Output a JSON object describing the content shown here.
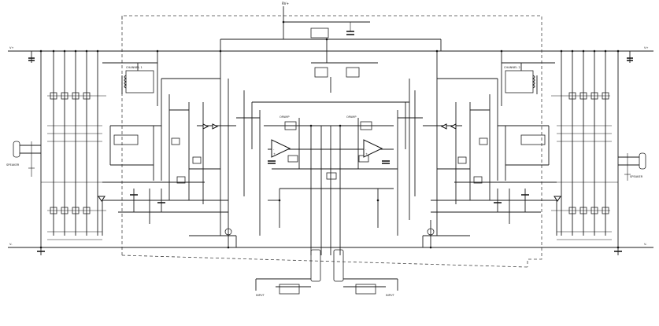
{
  "diagram": {
    "labels": {
      "top_supply": "RV+",
      "left_rail_top": "V+",
      "left_rail_bottom": "V-",
      "right_rail_top": "V+",
      "right_rail_bottom": "V-",
      "in_left": "INPUT",
      "in_right": "INPUT",
      "out_left": "SPEAKER",
      "out_right": "SPEAKER",
      "opamp_left": "OPAMP",
      "opamp_right": "OPAMP",
      "chan_left_a": "CHANNEL 1",
      "chan_right_a": "CHANNEL 2"
    },
    "colors": {
      "ink": "#1a1a1a",
      "paper": "#ffffff"
    }
  }
}
